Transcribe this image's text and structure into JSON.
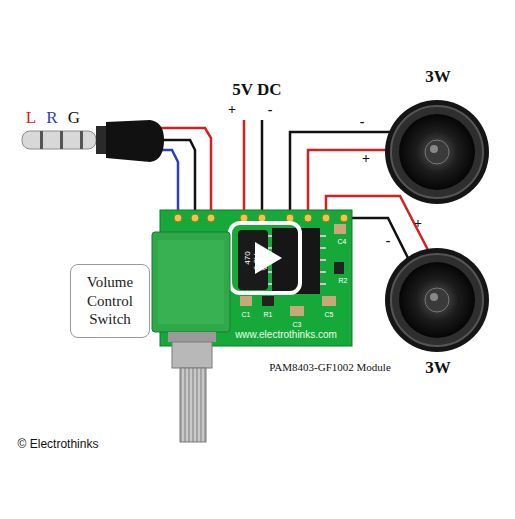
{
  "diagram": {
    "nodes": [
      {
        "text": [
          "Volume Control Switch"
        ]
      }
    ],
    "labels": [
      "3W",
      "5V DC",
      "L",
      "R",
      "G",
      "+",
      "-",
      "-",
      "+",
      "+",
      "-",
      "470",
      "6.3V",
      "VT",
      "C4",
      "R2",
      "C1",
      "R1",
      "C5",
      "C3",
      "www.electrothinks.com",
      "3W",
      "PAM8403-GF1002 Module",
      "© Electrothinks"
    ]
  }
}
